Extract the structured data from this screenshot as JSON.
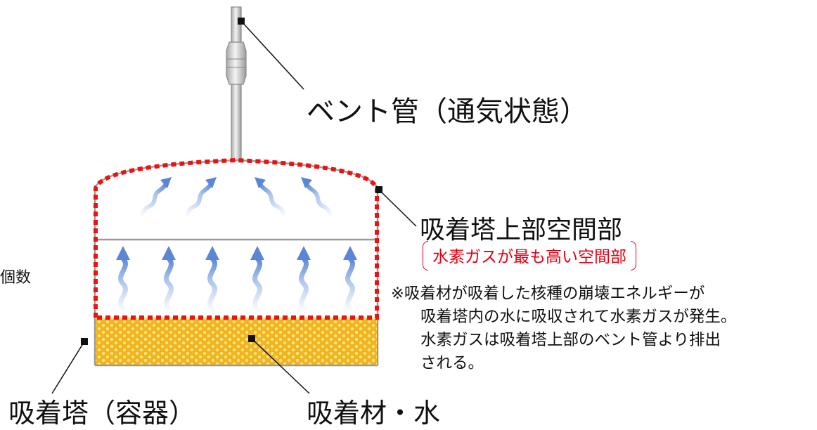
{
  "labels": {
    "vent_pipe": "ベント管（通気状態）",
    "upper_space": "吸着塔上部空間部",
    "hydrogen_note": "水素ガスが最も高い空間部",
    "explanation": [
      "※吸着材が吸着した核種の崩壊エネルギーが",
      "吸着塔内の水に吸収されて水素ガスが発生。",
      "水素ガスは吸着塔上部のベント管より排出",
      "される。"
    ],
    "cut_text": "個数",
    "tower": "吸着塔（容器）",
    "adsorbent": "吸着材・水"
  },
  "colors": {
    "highlight_red": "#e60012",
    "dotted_outline": "#ee1111",
    "adsorbent_fill": "#f6c02a",
    "gas_arrow": "#6f97dc",
    "vessel_line": "#9a9a9a"
  }
}
